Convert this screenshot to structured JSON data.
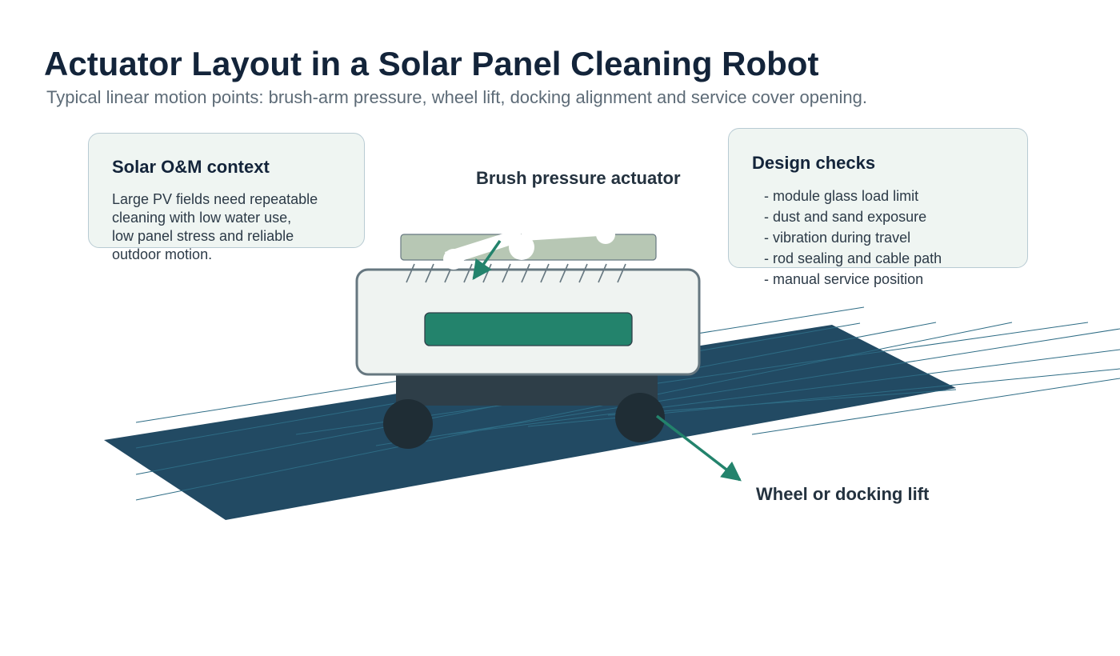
{
  "header": {
    "title": "Actuator Layout in a Solar Panel Cleaning Robot",
    "subtitle": "Typical linear motion points: brush-arm pressure, wheel lift, docking alignment and service cover opening."
  },
  "context_card": {
    "heading": "Solar O&M context",
    "body_lines": [
      "Large PV fields need repeatable",
      "cleaning with low water use,",
      "low panel stress and reliable",
      "outdoor motion."
    ]
  },
  "checks_card": {
    "heading": "Design checks",
    "items": [
      "- module glass load limit",
      "- dust and sand exposure",
      "- vibration during travel",
      "- rod sealing and cable path",
      "- manual service position"
    ]
  },
  "callouts": {
    "brush": "Brush pressure actuator",
    "wheel": "Wheel or docking lift"
  },
  "colors": {
    "title": "#13243a",
    "subtitle": "#5d6b77",
    "heading": "#13243a",
    "body": "#2c3a47",
    "callout": "#24323f",
    "card_fill": "#eff5f2",
    "card_border": "#b8cbd3",
    "panel": "#224a63",
    "panel_lines": "#2e6c85",
    "robot_body": "#eff3f1",
    "robot_outline": "#667780",
    "chassis": "#2e3e48",
    "wheel": "#1f2d35",
    "brush_bar": "#b7c7b4",
    "display": "#23836c",
    "arrow": "#23836c"
  }
}
